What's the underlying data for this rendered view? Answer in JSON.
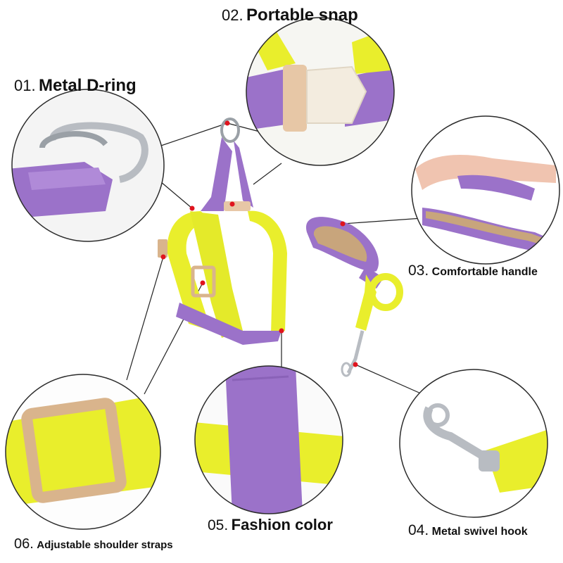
{
  "features": [
    {
      "number": "01.",
      "title": "Metal D-ring"
    },
    {
      "number": "02.",
      "title": "Portable snap"
    },
    {
      "number": "03.",
      "title": "Comfortable handle"
    },
    {
      "number": "04.",
      "title": "Metal swivel hook"
    },
    {
      "number": "05.",
      "title": "Fashion color"
    },
    {
      "number": "06.",
      "title": "Adjustable shoulder straps"
    }
  ],
  "colors": {
    "strap_yellow": "#e9ee2c",
    "strap_purple": "#9b72c9",
    "buckle_tan": "#d9b48c",
    "handle_tan": "#c8a57c",
    "metal": "#b8bcc2",
    "callout_dot": "#e0141e",
    "leader_line": "#222222",
    "circle_border": "#2b2b2b"
  }
}
